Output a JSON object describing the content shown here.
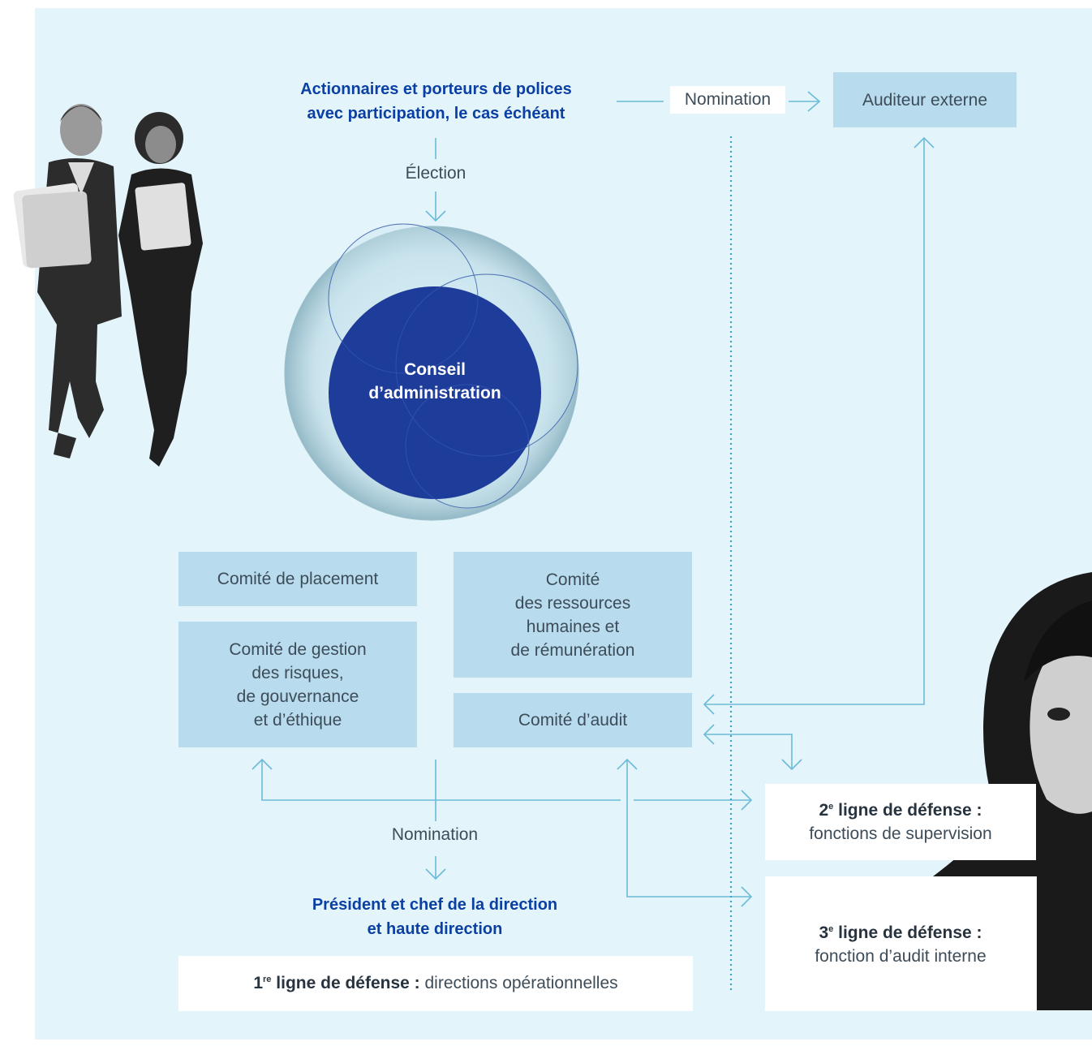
{
  "shareholders": "Actionnaires et porteurs de polices\navec participation, le cas échéant",
  "election_label": "Élection",
  "nomination_top": "Nomination",
  "external_auditor": "Auditeur externe",
  "board": "Conseil\nd’administration",
  "committees": {
    "placement": "Comité de placement",
    "risk": "Comité de gestion\ndes risques,\nde gouvernance\net d’éthique",
    "hr": "Comité\ndes ressources\nhumaines et\nde rémunération",
    "audit": "Comité d’audit"
  },
  "nomination_bottom": "Nomination",
  "ceo": "Président et chef de la direction\net haute direction",
  "line1": {
    "num": "1",
    "sup": "re",
    "bold": " ligne de défense :",
    "text": " directions opérationnelles"
  },
  "line2": {
    "num": "2",
    "sup": "e",
    "bold": " ligne de défense :",
    "text": "fonctions de supervision"
  },
  "line3": {
    "num": "3",
    "sup": "e",
    "bold": " ligne de défense :",
    "text": "fonction d’audit interne"
  },
  "photos": [
    "business-people-photo",
    "woman-portrait-photo"
  ],
  "colors": {
    "accent": "#0a3fa4",
    "background": "#e4f4fb",
    "box": "#b8dbed",
    "board": "#1e3d9b",
    "line": "#6bbbd8"
  }
}
